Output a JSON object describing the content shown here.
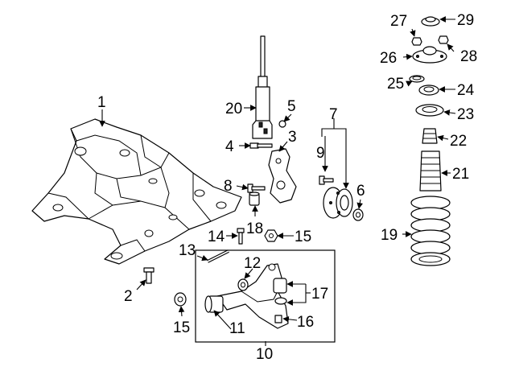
{
  "callouts": {
    "c1": "1",
    "c2": "2",
    "c3": "3",
    "c4": "4",
    "c5": "5",
    "c6": "6",
    "c7": "7",
    "c8": "8",
    "c9": "9",
    "c10": "10",
    "c11": "11",
    "c12": "12",
    "c13": "13",
    "c14": "14",
    "c15a": "15",
    "c15b": "15",
    "c16": "16",
    "c17": "17",
    "c18": "18",
    "c19": "19",
    "c20": "20",
    "c21": "21",
    "c22": "22",
    "c23": "23",
    "c24": "24",
    "c25": "25",
    "c26": "26",
    "c27": "27",
    "c28": "28",
    "c29": "29"
  },
  "colors": {
    "line": "#000000",
    "background": "#ffffff"
  }
}
